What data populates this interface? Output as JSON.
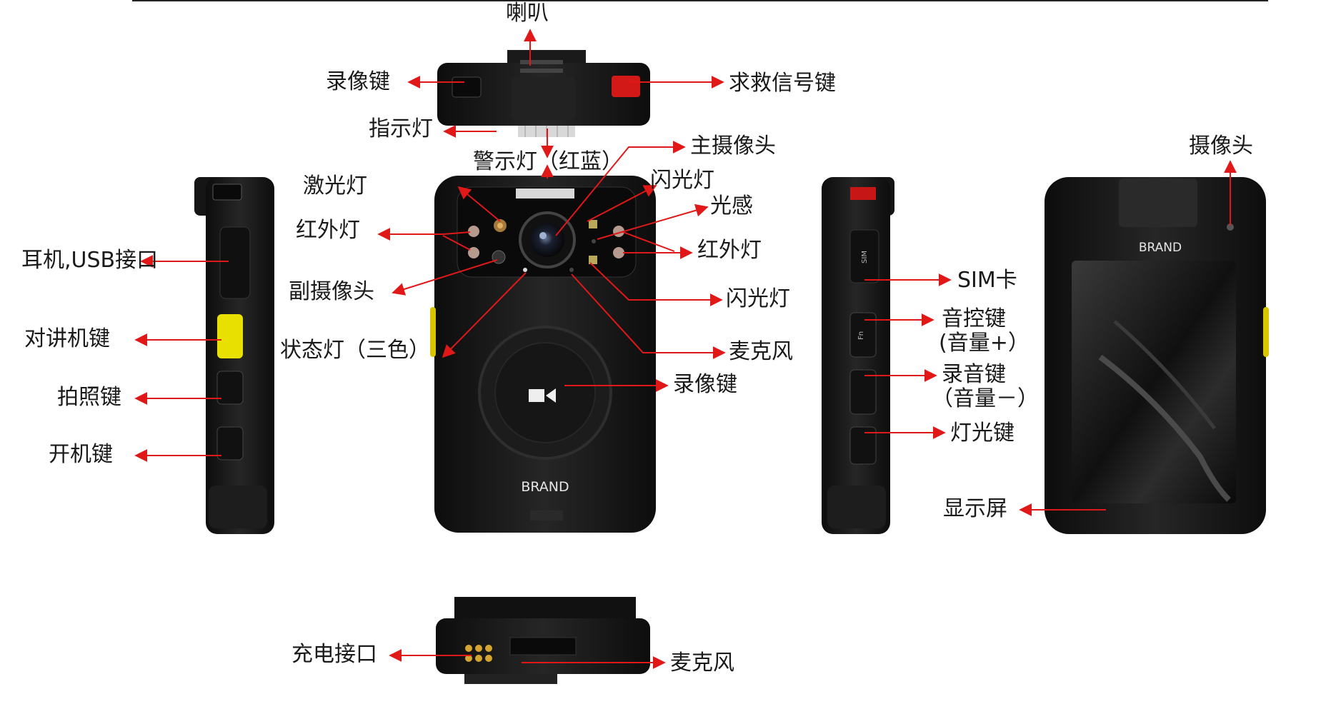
{
  "brand": "BRAND",
  "colors": {
    "arrow": "#e01818",
    "device": "#1c1c1c",
    "button_yellow": "#e8e000",
    "sos_red": "#d31818"
  },
  "labels": {
    "speaker": "喇叭",
    "record_key_top": "录像键",
    "sos_key": "求救信号键",
    "indicator_light": "指示灯",
    "warning_light": "警示灯（红蓝）",
    "main_camera": "主摄像头",
    "laser_light": "激光灯",
    "flash_light_top": "闪光灯",
    "light_sensor": "光感",
    "ir_light_left": "红外灯",
    "ir_light_right": "红外灯",
    "sub_camera": "副摄像头",
    "flash_light_bottom": "闪光灯",
    "status_light": "状态灯（三色）",
    "microphone_front": "麦克风",
    "record_key_front": "录像键",
    "earphone_usb": "耳机,USB接口",
    "intercom_key": "对讲机键",
    "photo_key": "拍照键",
    "power_key": "开机键",
    "sim_card": "SIM卡",
    "voice_key_line1": "音控键",
    "voice_key_line2": "(音量+）",
    "audio_key_line1": "录音键",
    "audio_key_line2": "（音量－）",
    "light_key": "灯光键",
    "display": "显示屏",
    "camera_back": "摄像头",
    "charging_port": "充电接口",
    "microphone_bottom": "麦克风"
  },
  "side_marks": {
    "sim": "SIM",
    "fn": "Fn"
  }
}
